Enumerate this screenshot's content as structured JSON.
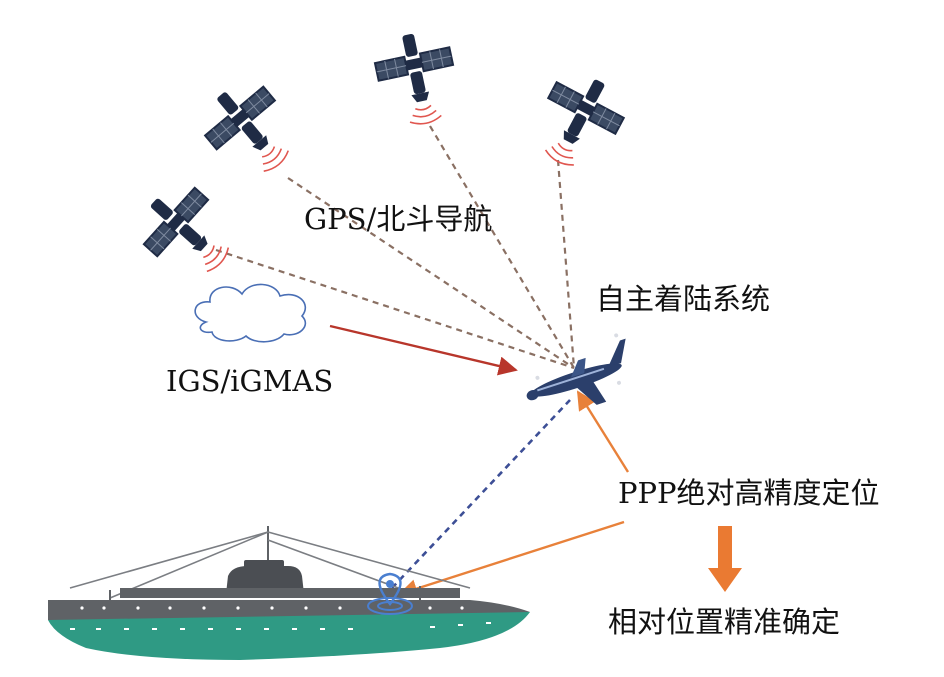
{
  "labels": {
    "gnss": "GPS/北斗导航",
    "landing_system": "自主着陆系统",
    "augmentation": "IGS/iGMAS",
    "ppp": "PPP绝对高精度定位",
    "relative": "相对位置精准确定"
  },
  "colors": {
    "satellite_body": "#1f2b45",
    "solar_panel": "#3b4a63",
    "signal_arcs": "#e0564f",
    "dashed_links": "#8a7063",
    "data_link": "#3d4f96",
    "correction_arrow": "#b8362b",
    "ppp_arrows": "#e8813a",
    "flow_arrow": "#ea7a32",
    "ship_hull_top": "#5f6266",
    "ship_hull_bottom": "#2f9a84",
    "aircraft": "#2b3f6b"
  },
  "icons": [
    "satellite-icon",
    "cloud-icon",
    "aircraft-icon",
    "ship-icon",
    "location-pin-icon"
  ]
}
